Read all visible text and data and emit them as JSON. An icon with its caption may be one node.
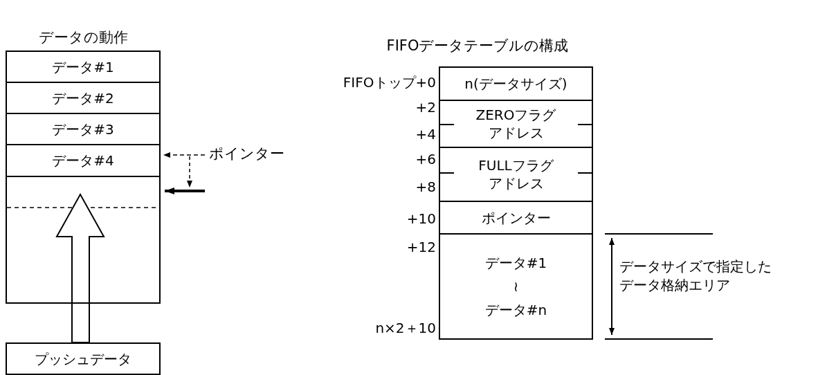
{
  "diagram": {
    "title": "FIFOデータテーブルの構成",
    "nodes": [
      {
        "text": [
          "データの動作"
        ]
      },
      {
        "text": [
          "データ#1"
        ],
        "in": 0
      },
      {
        "text": [
          "データ#2"
        ],
        "in": 0
      },
      {
        "text": [
          "データ#3"
        ],
        "in": 0
      },
      {
        "text": [
          "データ#4"
        ],
        "in": 0
      },
      {
        "text": [],
        "shape": "box",
        "in": 0
      },
      {
        "text": [
          "ポインター"
        ]
      },
      {
        "text": [
          "プッシュデータ"
        ]
      },
      {
        "text": [
          "n(データサイズ)"
        ]
      },
      {
        "text": [
          "ZEROフラグアドレス"
        ]
      },
      {
        "text": [
          "FULLフラグアドレス"
        ]
      },
      {
        "text": [
          "ポインター"
        ]
      },
      {
        "text": [
          "データ#1",
          "≀",
          "データ#n"
        ]
      }
    ],
    "edges": [
      {
        "from": 6,
        "to": 4,
        "arrow": "to",
        "style": "dashed"
      },
      {
        "from": null,
        "to": 5,
        "arrow": "to",
        "style": "thick"
      },
      {
        "from": 7,
        "to": 5,
        "arrow": "to"
      }
    ],
    "labels": [
      "FIFOトップ+0",
      "+2",
      "+4",
      "+6",
      "+8",
      "+10",
      "+12",
      "n×2＋10",
      "データサイズで指定したデータ格納エリア"
    ]
  }
}
